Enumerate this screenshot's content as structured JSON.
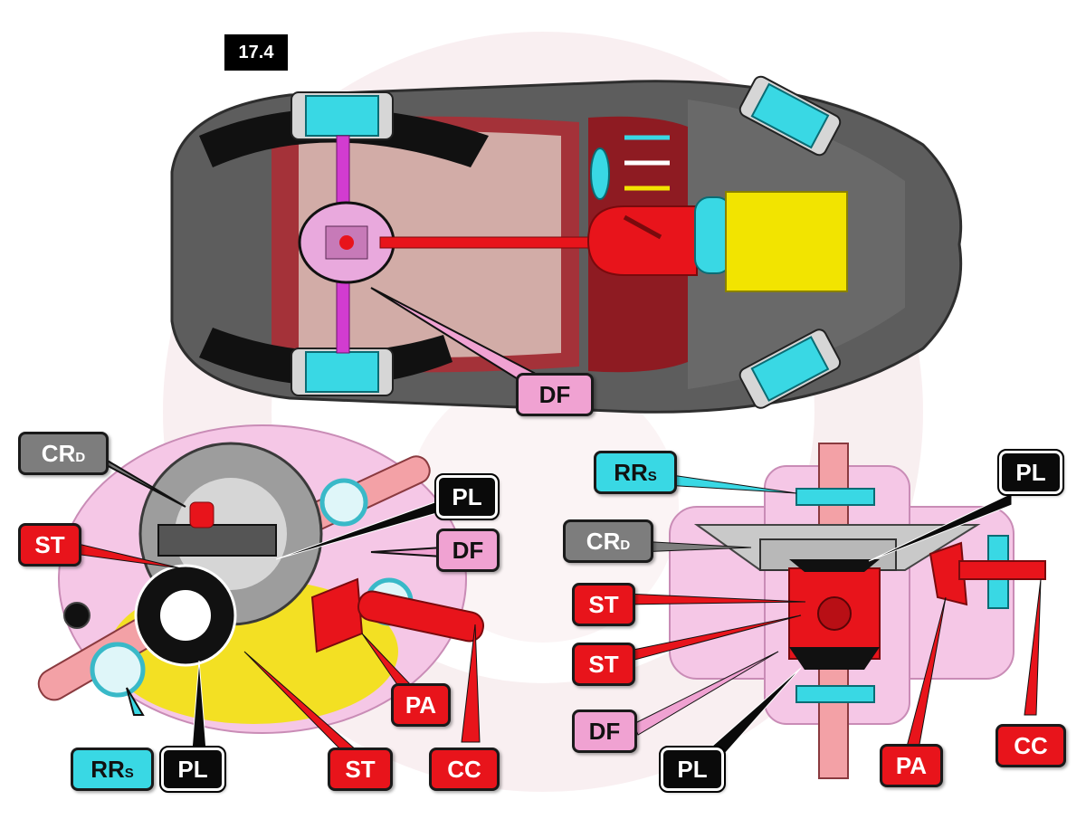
{
  "figure": {
    "number": "17.4"
  },
  "labels": {
    "df": "DF",
    "pl": "PL",
    "st": "ST",
    "pa": "PA",
    "cc": "CC",
    "cr": "CR",
    "cr_sub": "D",
    "rr": "RR",
    "rr_sub": "S"
  },
  "colors": {
    "red": "#e8141b",
    "black": "#0a0a0a",
    "pink": "#f0a2d2",
    "cyan": "#39d8e4",
    "gray": "#7d7d7d",
    "yellow": "#f2e400",
    "magenta": "#d23cd0"
  }
}
